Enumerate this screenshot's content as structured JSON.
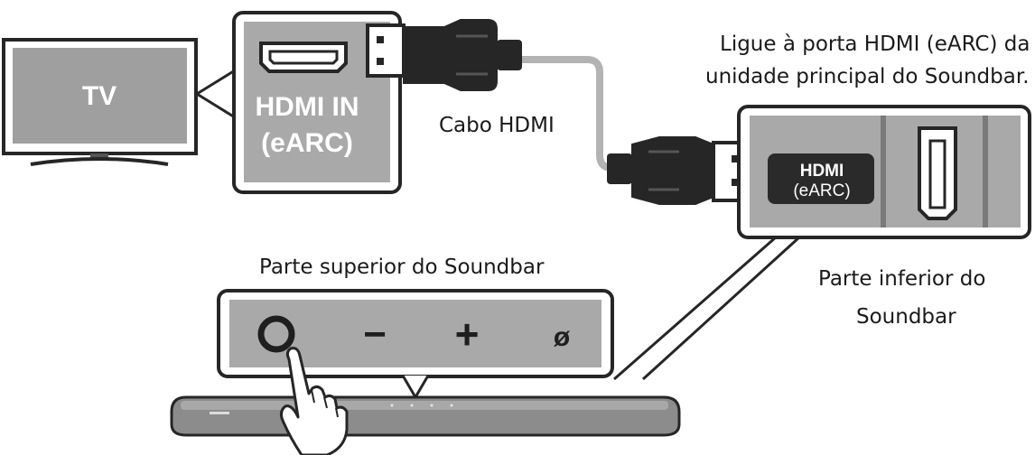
{
  "tv": {
    "label": "TV"
  },
  "tv_port": {
    "line1": "HDMI IN",
    "line2": "(eARC)"
  },
  "cable": {
    "label": "Cabo HDMI"
  },
  "instruction": {
    "line1": "Ligue à porta HDMI (eARC) da",
    "line2": "unidade principal do Soundbar."
  },
  "soundbar_port": {
    "line1": "HDMI",
    "line2": "(eARC)"
  },
  "top_panel": {
    "title": "Parte superior do Soundbar"
  },
  "bottom_panel": {
    "line1": "Parte inferior do",
    "line2": "Soundbar"
  },
  "buttons": {
    "minus": "−",
    "plus": "+",
    "mic": "ø"
  },
  "colors": {
    "panel_fill": "#a9a9a9",
    "outline": "#262626",
    "cable": "#b3b3b3",
    "soundbar_body": "#8c8c8c"
  }
}
